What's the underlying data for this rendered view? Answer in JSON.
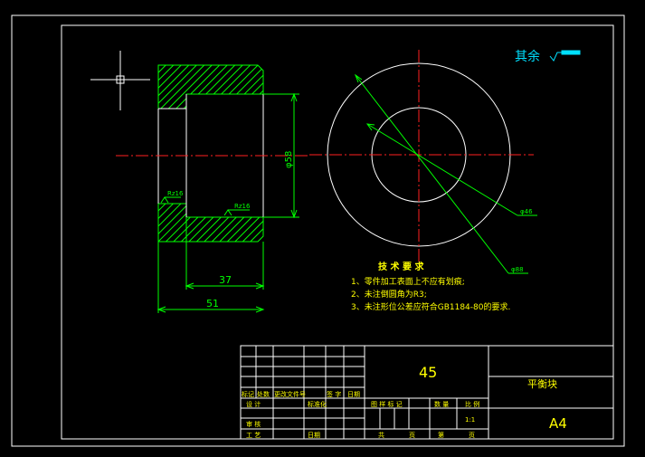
{
  "roughness_note": "其余",
  "section_dimensions": {
    "diameter": "φ58",
    "inner_length": "37",
    "total_length": "51",
    "roughness_1": "Rz16",
    "roughness_2": "Rz16"
  },
  "end_view_dimensions": {
    "inner_diameter": "φ46",
    "outer_diameter": "φ88"
  },
  "tech_requirements": {
    "title": "技 术 要 求",
    "items": [
      "1、零件加工表面上不应有划痕;",
      "2、未注倒圆角为R3;",
      "3、未注形位公差应符合GB1184-80的要求."
    ]
  },
  "title_block": {
    "material": "45",
    "part_name": "平衡块",
    "sheet_size": "A4",
    "scale": "1:1",
    "headers": {
      "mark": "标记",
      "count": "处数",
      "change_doc": "更改文件号",
      "signature": "签 字",
      "date": "日期",
      "design": "设 计",
      "standardize": "标准化",
      "review": "审 核",
      "process": "工 艺",
      "date2": "日期",
      "stage_mark": "图 样 标 记",
      "quantity": "数 量",
      "ratio": "比 例",
      "total": "共",
      "sheet": "页",
      "page_no": "第",
      "sheet2": "页"
    }
  }
}
